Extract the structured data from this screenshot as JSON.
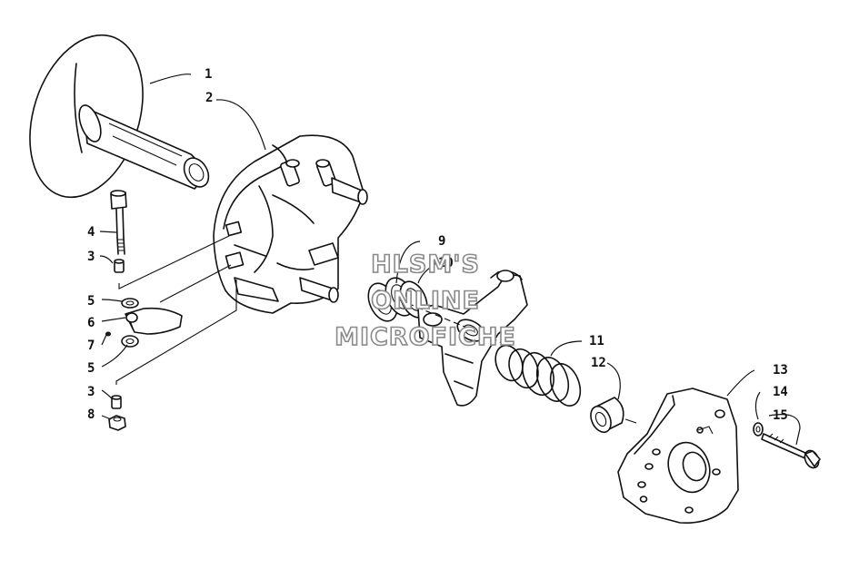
{
  "diagram": {
    "callouts": [
      {
        "id": "c1",
        "label": "1"
      },
      {
        "id": "c2",
        "label": "2"
      },
      {
        "id": "c4",
        "label": "4"
      },
      {
        "id": "c3a",
        "label": "3"
      },
      {
        "id": "c5a",
        "label": "5"
      },
      {
        "id": "c6",
        "label": "6"
      },
      {
        "id": "c7",
        "label": "7"
      },
      {
        "id": "c5b",
        "label": "5"
      },
      {
        "id": "c3b",
        "label": "3"
      },
      {
        "id": "c8",
        "label": "8"
      },
      {
        "id": "c9",
        "label": "9"
      },
      {
        "id": "c10",
        "label": "10"
      },
      {
        "id": "c11",
        "label": "11"
      },
      {
        "id": "c12",
        "label": "12"
      },
      {
        "id": "c13",
        "label": "13"
      },
      {
        "id": "c14",
        "label": "14"
      },
      {
        "id": "c15",
        "label": "15"
      }
    ],
    "watermark": {
      "line1": "HLSM'S",
      "line2": "ONLINE",
      "line3": "MICROFICHE"
    }
  }
}
